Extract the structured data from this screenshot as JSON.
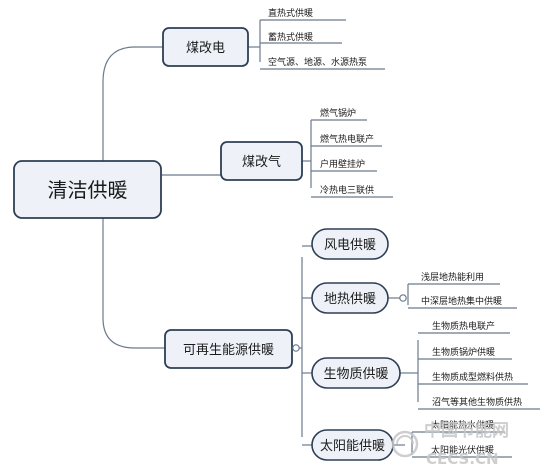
{
  "root": {
    "label": "清洁供暖"
  },
  "branches": [
    {
      "label": "煤改电",
      "children": [
        "直热式供暖",
        "蓄热式供暖",
        "空气源、地源、水源热泵"
      ]
    },
    {
      "label": "煤改气",
      "children": [
        "燃气锅炉",
        "燃气热电联产",
        "户用壁挂炉",
        "冷热电三联供"
      ]
    },
    {
      "label": "可再生能源供暖",
      "children": [
        {
          "label": "风电供暖",
          "children": []
        },
        {
          "label": "地热供暖",
          "children": [
            "浅层地热能利用",
            "中深层地热集中供暖"
          ]
        },
        {
          "label": "生物质供暖",
          "children": [
            "生物质热电联产",
            "生物质锅炉供暖",
            "生物质成型燃料供热",
            "沼气等其他生物质供热"
          ]
        },
        {
          "label": "太阳能供暖",
          "children": [
            "太阳能热水供暖",
            "太阳能光伏供暖"
          ]
        }
      ]
    }
  ],
  "watermark": {
    "cn": "中国节能网",
    "en": "CECS.CN"
  },
  "colors": {
    "line": "#6b7a8c",
    "node_border": "#2e3f55",
    "node_fill": "#eef2f8",
    "watermark": "#c6c6c6"
  }
}
